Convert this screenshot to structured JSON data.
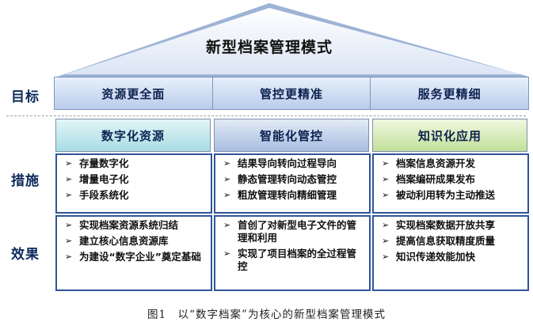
{
  "title": "新型档案管理模式",
  "row_labels": {
    "goal": "目标",
    "measures": "措施",
    "effects": "效果"
  },
  "goals": [
    "资源更全面",
    "管控更精准",
    "服务更精细"
  ],
  "columns": [
    {
      "header": "数字化资源",
      "measures": [
        "存量数字化",
        "增量电子化",
        "手段系统化"
      ],
      "effects": [
        "实现档案资源系统归结",
        "建立核心信息资源库",
        "为建设“数字企业”奠定基础"
      ]
    },
    {
      "header": "智能化管控",
      "measures": [
        "结果导向转向过程导向",
        "静态管理转向动态管控",
        "粗放管理转向精细管理"
      ],
      "effects": [
        "首创了对新型电子文件的管理和利用",
        "实现了项目档案的全过程管控"
      ]
    },
    {
      "header": "知识化应用",
      "measures": [
        "档案信息资源开发",
        "档案编研成果发布",
        "被动利用转为主动推送"
      ],
      "effects": [
        "实现档案数据开放共享",
        "提高信息获取精度质量",
        "知识传递效能加快"
      ]
    }
  ],
  "arrow_glyph": "➢",
  "caption": "图1　以“数字档案”为核心的新型档案管理模式",
  "colors": {
    "border": "#2e5597",
    "header_1": "#a8dce4",
    "header_2": "#a7bde0",
    "header_3": "#c3e09a",
    "goal_bar": "#b9ccea"
  }
}
